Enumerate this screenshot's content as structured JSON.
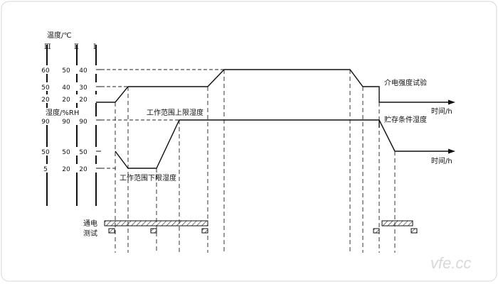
{
  "headers": {
    "temp": "温度/℃",
    "humidity": "湿度/%RH",
    "col3": "Ⅲ",
    "col2": "Ⅱ",
    "col1": "Ⅰ"
  },
  "temp_ticks": [
    {
      "c3": "60",
      "c2": "50",
      "c1": "40"
    },
    {
      "c3": "50",
      "c2": "40",
      "c1": "30"
    },
    {
      "c3": "20",
      "c2": "20",
      "c1": "20"
    }
  ],
  "hum_ticks": [
    {
      "c3": "90",
      "c2": "90",
      "c1": "90"
    },
    {
      "c3": "50",
      "c2": "50",
      "c1": "50"
    },
    {
      "c3": "5",
      "c2": "20",
      "c1": "20"
    }
  ],
  "labels": {
    "time1": "时间/h",
    "time2": "时间/h",
    "dielectric": "介电强度试验",
    "upper": "工作范围上限湿度",
    "lower": "工作范围下限湿度",
    "storage": "贮存条件湿度",
    "power": "通电",
    "test": "测试"
  },
  "watermark": "vfe.cc"
}
